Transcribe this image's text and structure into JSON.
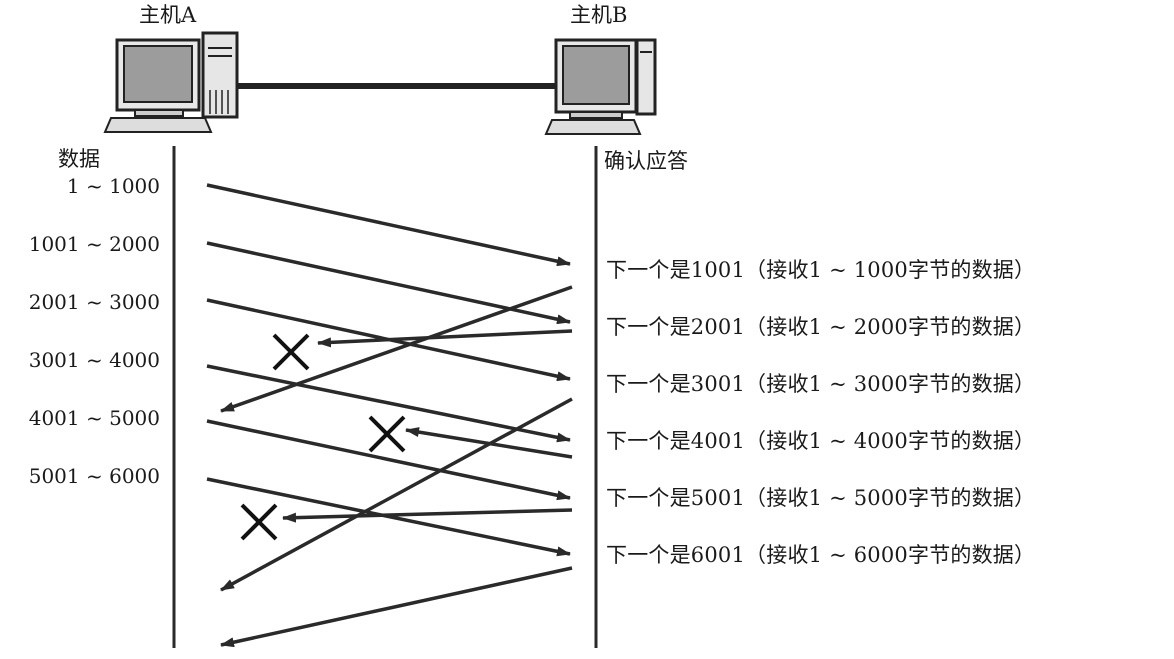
{
  "hosts": {
    "a": "主机A",
    "b": "主机B"
  },
  "left_title": "数据",
  "right_title": "确认应答",
  "segments": [
    "1 ~ 1000",
    "1001 ~ 2000",
    "2001 ~ 3000",
    "3001 ~ 4000",
    "4001 ~ 5000",
    "5001 ~ 6000"
  ],
  "acks": [
    "下一个是1001（接收1 ~ 1000字节的数据）",
    "下一个是2001（接收1 ~ 2000字节的数据）",
    "下一个是3001（接收1 ~ 3000字节的数据）",
    "下一个是4001（接收1 ~ 4000字节的数据）",
    "下一个是5001（接收1 ~ 5000字节的数据）",
    "下一个是6001（接收1 ~ 6000字节的数据）"
  ],
  "lost_acks": [
    1,
    3,
    4
  ],
  "icons": {
    "computer": "computer-icon",
    "lost": "cross-mark-icon"
  },
  "colors": {
    "line": "#2a2a2a",
    "ink": "#1a1a1a"
  }
}
